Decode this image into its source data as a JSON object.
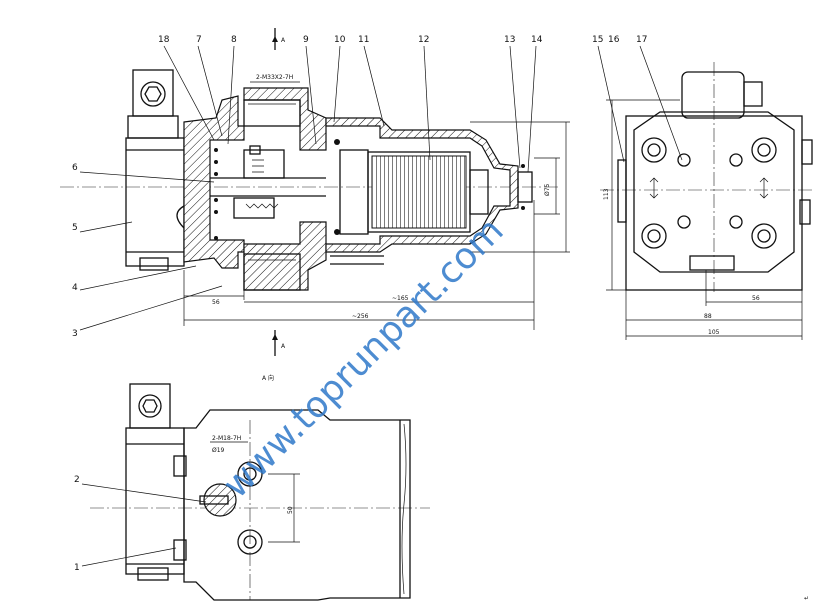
{
  "watermark": "www.toprunpart.com",
  "part_numbers": [
    "1",
    "2",
    "3",
    "4",
    "5",
    "6",
    "7",
    "8",
    "9",
    "10",
    "11",
    "12",
    "13",
    "14",
    "15",
    "16",
    "17",
    "18"
  ],
  "view_label": "A 向",
  "section_mark": "A",
  "thread_callouts": {
    "main_ports": "2-M33X2-7H",
    "side_ports": "2-M18-7H",
    "counterbore": "Ø19"
  },
  "dimensions": {
    "width_56_left": "56",
    "width_165": "~165",
    "width_256": "~256",
    "height_113": "113",
    "dia_75": "Ø75",
    "width_56_right": "56",
    "width_88": "88",
    "width_105": "105",
    "small_50": "50"
  },
  "end_mark": "↵"
}
